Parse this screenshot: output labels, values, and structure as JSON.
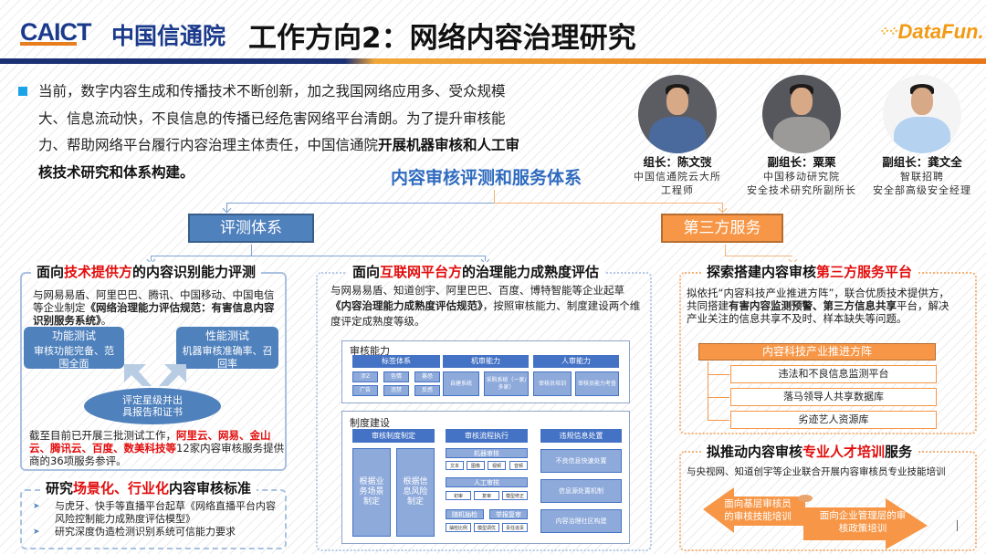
{
  "header": {
    "logo_en": "CAICT",
    "logo_cn": "中国信通院",
    "title": "工作方向2：网络内容治理研究",
    "brand": "DataFun.",
    "colors": {
      "navy": "#1b3173",
      "orange": "#e8761a"
    }
  },
  "intro": {
    "text_plain": "当前，数字内容生成和传播技术不断创新，加之我国网络应用多、受众规模大、信息流动快，不良信息的传播已经危害网络平台清朗。为了提升审核能力、帮助网络平台履行内容治理主体责任，中国信通院",
    "text_bold": "开展机器审核和人工审核技术研究和体系构建。"
  },
  "people": [
    {
      "role": "组长：陈文弢",
      "org_line1": "中国信通院云大所",
      "org_line2": "工程师"
    },
    {
      "role": "副组长：粟栗",
      "org_line1": "中国移动研究院",
      "org_line2": "安全技术研究所副所长"
    },
    {
      "role": "副组长：龚文全",
      "org_line1": "智联招聘",
      "org_line2": "安全部高级安全经理"
    }
  ],
  "diagram": {
    "root": "内容审核评测和服务体系",
    "branch_left": "评测体系",
    "branch_right": "第三方服务"
  },
  "panel_tech": {
    "title_pre": "面向",
    "title_red": "技术提供方",
    "title_post": "的内容识别能力评测",
    "text_plain": "与网易易盾、阿里巴巴、腾讯、中国移动、中国电信等企业制定",
    "text_bold": "《网络治理能力评估规范：有害信息内容识别服务系统》",
    "text_end": "。",
    "func_test_title": "功能测试",
    "func_test_desc": "审核功能完备、范围全面",
    "perf_test_title": "性能测试",
    "perf_test_desc": "机器审核准确率、召回率",
    "result": "评定星级并出具报告和证书",
    "summary_pre": "截至目前已开展三批测试工作，",
    "summary_red": "阿里云、网易、金山云、腾讯云、百度、数美科技等",
    "summary_post": "12家内容审核服务提供商的36项服务参评。"
  },
  "panel_standard": {
    "title_pre": "研究",
    "title_red": "场景化、行业化",
    "title_post": "内容审核标准",
    "items": [
      "与虎牙、快手等直播平台起草《网络直播平台内容风险控制能力成熟度评估模型》",
      "研究深度伪造检测识别系统可信能力要求"
    ]
  },
  "panel_platform": {
    "title_pre": "面向",
    "title_red": "互联网平台方",
    "title_post": "的治理能力成熟度评估",
    "text_plain": "与网易易盾、知道创宇、阿里巴巴、百度、博特智能等企业起草",
    "text_bold": "《内容治理能力成熟度评估规范》",
    "text_end": "，按照审核能力、制度建设两个维度评定成熟度等级。",
    "audit_capability": {
      "label": "审核能力",
      "groups": [
        {
          "head": "标签体系",
          "cells": [
            "涉Z",
            "色情",
            "暴恐",
            "广告",
            "违禁",
            "反感"
          ]
        },
        {
          "head": "机审能力",
          "cells": [
            "自建系统",
            "采购系统（一家/多家）"
          ]
        },
        {
          "head": "人审能力",
          "cells": [
            "审核员培训",
            "审核员能力考查"
          ]
        }
      ]
    },
    "institution": {
      "label": "制度建设",
      "groups": [
        {
          "head": "审核制度制定",
          "cells": [
            "根据业务场景制定",
            "根据信息风险制定"
          ]
        },
        {
          "head": "审核流程执行",
          "machine": {
            "head": "机器审核",
            "cells": [
              "文本",
              "图像",
              "视频",
              "音频"
            ]
          },
          "human": {
            "head": "人工审核",
            "cells": [
              "初审",
              "复审",
              "模型修正"
            ]
          },
          "random": "随机抽检",
          "report": "举报复审",
          "misc": [
            "抽检比例",
            "模型调优",
            "责任追责"
          ]
        },
        {
          "head": "违规信息处置",
          "cells": [
            "不良信息快速处置",
            "信息源处置机制",
            "内容治理社区构建"
          ]
        }
      ]
    }
  },
  "panel_third": {
    "title_pre": "探索搭建内容审核",
    "title_red": "第三方服务平台",
    "text_1": "拟依托“内容科技产业推进方阵”，联合优质技术提供方，共同搭建",
    "text_bold": "有害内容监测预警、第三方信息共享",
    "text_2": "平台，解决产业关注的信息共享不及时、样本缺失等问题。",
    "head": "内容科技产业推进方阵",
    "items": [
      "违法和不良信息监测平台",
      "落马领导人共享数据库",
      "劣迹艺人资源库"
    ]
  },
  "panel_training": {
    "title_pre": "拟推动内容审核",
    "title_red": "专业人才培训",
    "title_post": "服务",
    "text": "与央视网、知道创宇等企业联合开展内容审核员专业技能培训",
    "left_arrow": "面向基层审核员的审核技能培训",
    "right_arrow": "面向企业管理层的审核政策培训"
  }
}
